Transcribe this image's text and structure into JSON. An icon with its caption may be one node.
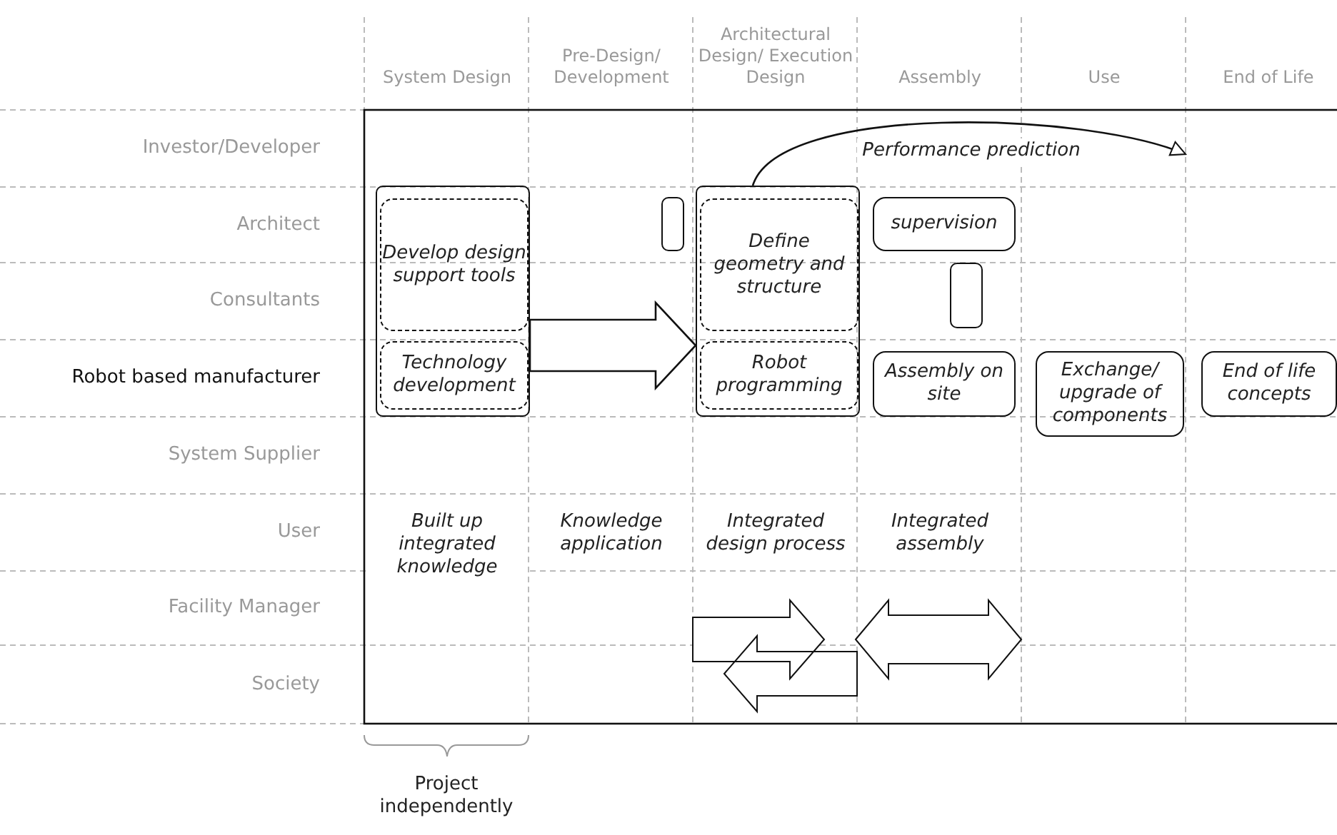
{
  "diagram": {
    "nodes": [
      {
        "text": [],
        "shape": "box"
      },
      {
        "text": [
          "Develop design support tools"
        ],
        "in": 0
      },
      {
        "text": [
          "Technology development"
        ],
        "in": 0
      },
      {
        "text": [],
        "shape": "box"
      },
      {
        "text": [],
        "shape": "box"
      },
      {
        "text": [
          "Define geometry and structure"
        ],
        "in": 4
      },
      {
        "text": [
          "Robot programming"
        ],
        "in": 4
      },
      {
        "text": [
          "supervision"
        ]
      },
      {
        "text": [],
        "shape": "box"
      },
      {
        "text": [
          "Assembly on site"
        ]
      },
      {
        "text": [
          "Exchange/ upgrade of components"
        ]
      },
      {
        "text": [
          "End of life concepts"
        ]
      }
    ],
    "edges": [
      {
        "from": 0,
        "to": 4,
        "arrow": "to",
        "style": "thick"
      },
      {
        "from": 4,
        "to": null,
        "arrow": "to",
        "label": "Performance prediction"
      }
    ],
    "labels": [
      "System Design",
      "Pre-Design/ Development",
      "Architectural Design/ Execution Design",
      "Assembly",
      "Use",
      "End of Life",
      "Investor/Developer",
      "Architect",
      "Consultants",
      "Robot based manufacturer",
      "System Supplier",
      "User",
      "Facility Manager",
      "Society",
      "Built up integrated knowledge",
      "Knowledge application",
      "Integrated design process",
      "Integrated assembly",
      "Project independently"
    ]
  }
}
